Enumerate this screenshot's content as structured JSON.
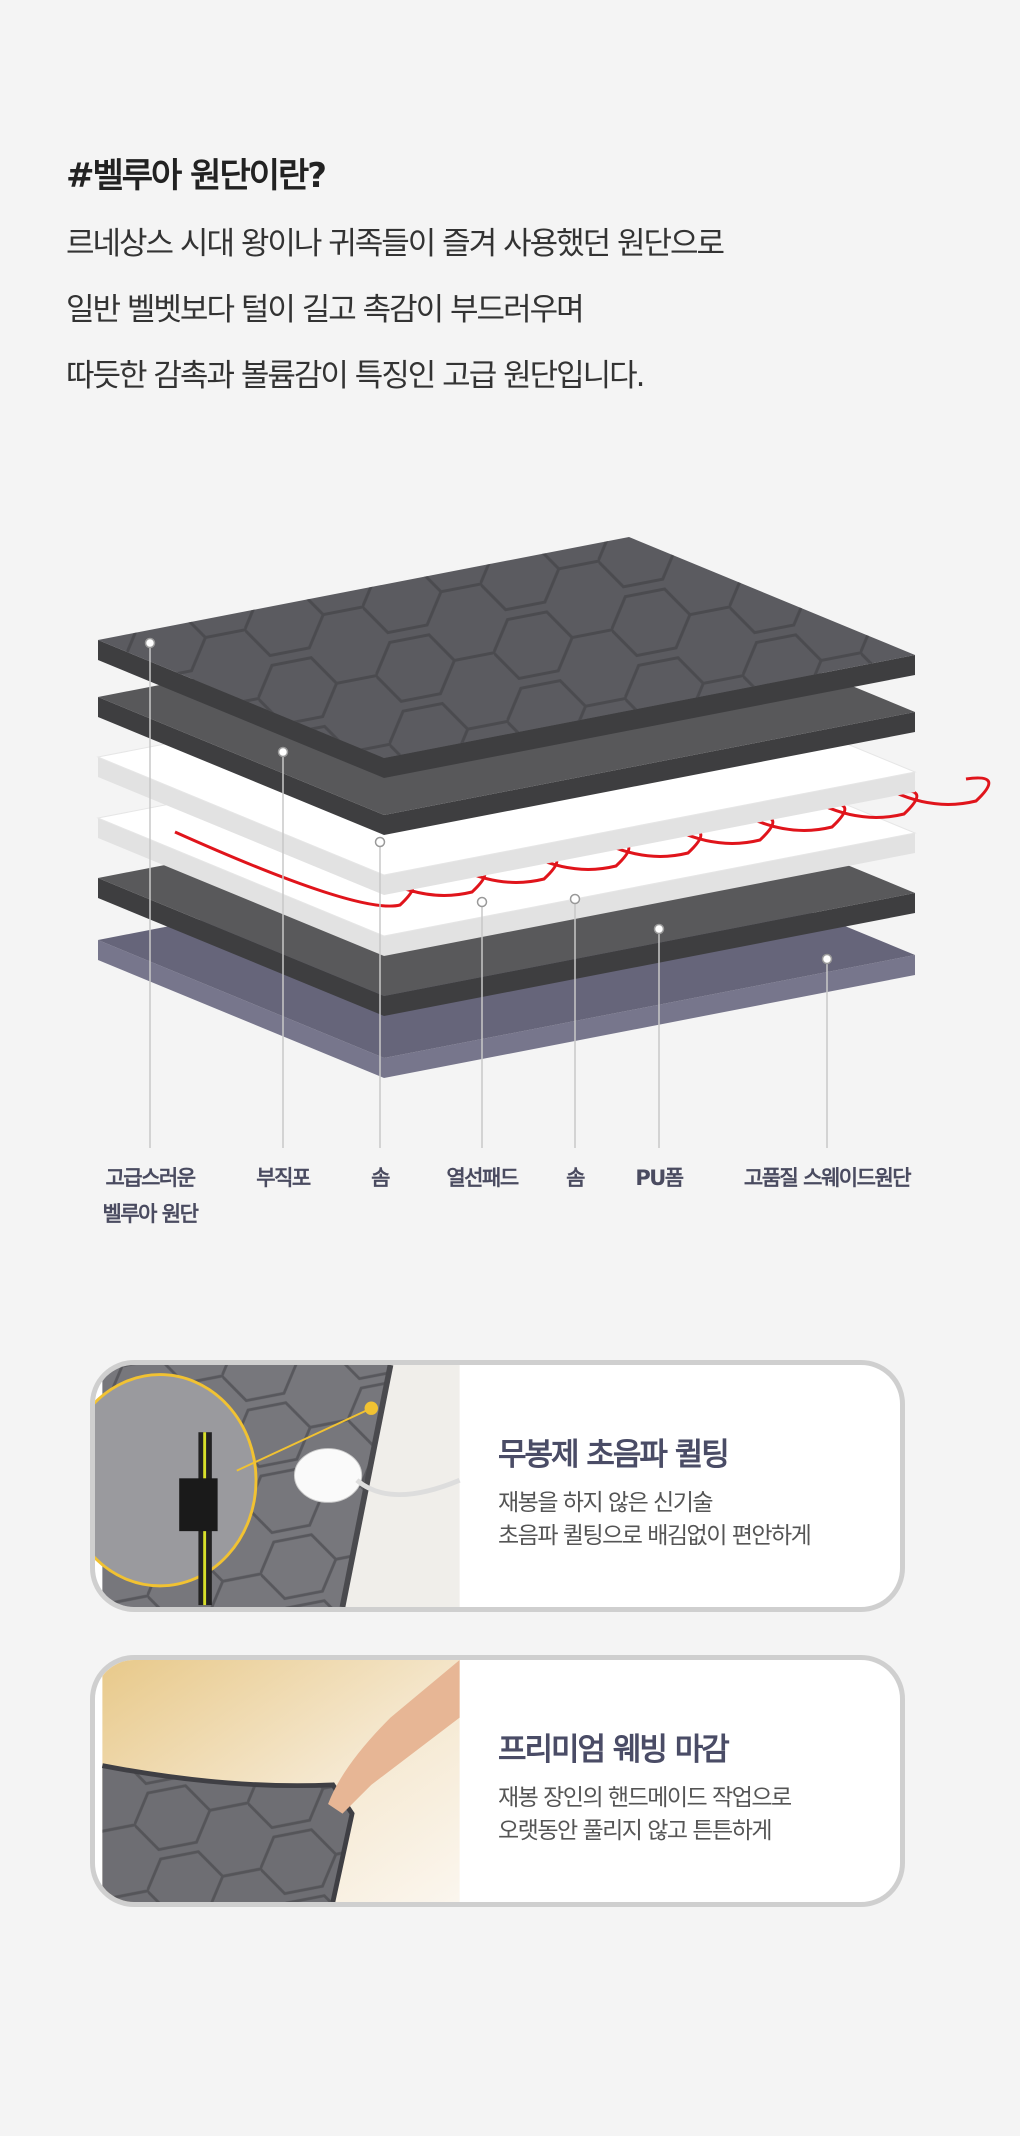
{
  "intro": {
    "title": "#벨루아 원단이란?",
    "lines": [
      "르네상스 시대 왕이나 귀족들이 즐겨 사용했던 원단으로",
      "일반 벨벳보다 털이 길고 촉감이 부드러우며",
      "따듯한 감촉과 볼륨감이 특징인 고급 원단입니다."
    ]
  },
  "diagram": {
    "layer_colors": [
      "#5b5b60",
      "#58585a",
      "#ffffff",
      "#ffffff",
      "#59595b",
      "#66657a"
    ],
    "wire_color": "#e0141b",
    "labels": [
      {
        "line1": "고급스러운",
        "line2": "벨루아 원단"
      },
      {
        "line1": "부직포"
      },
      {
        "line1": "솜"
      },
      {
        "line1": "열선패드"
      },
      {
        "line1": "솜"
      },
      {
        "line1": "PU폼"
      },
      {
        "line1": "고품질 스웨이드원단"
      }
    ]
  },
  "features": [
    {
      "title": "무봉제 초음파 퀼팅",
      "desc": [
        "재봉을 하지 않은 신기술",
        "초음파 퀼팅으로 배김없이 편안하게"
      ]
    },
    {
      "title": "프리미엄 웨빙 마감",
      "desc": [
        "재봉 장인의 핸드메이드 작업으로",
        "오랫동안 풀리지 않고 튼튼하게"
      ]
    }
  ]
}
